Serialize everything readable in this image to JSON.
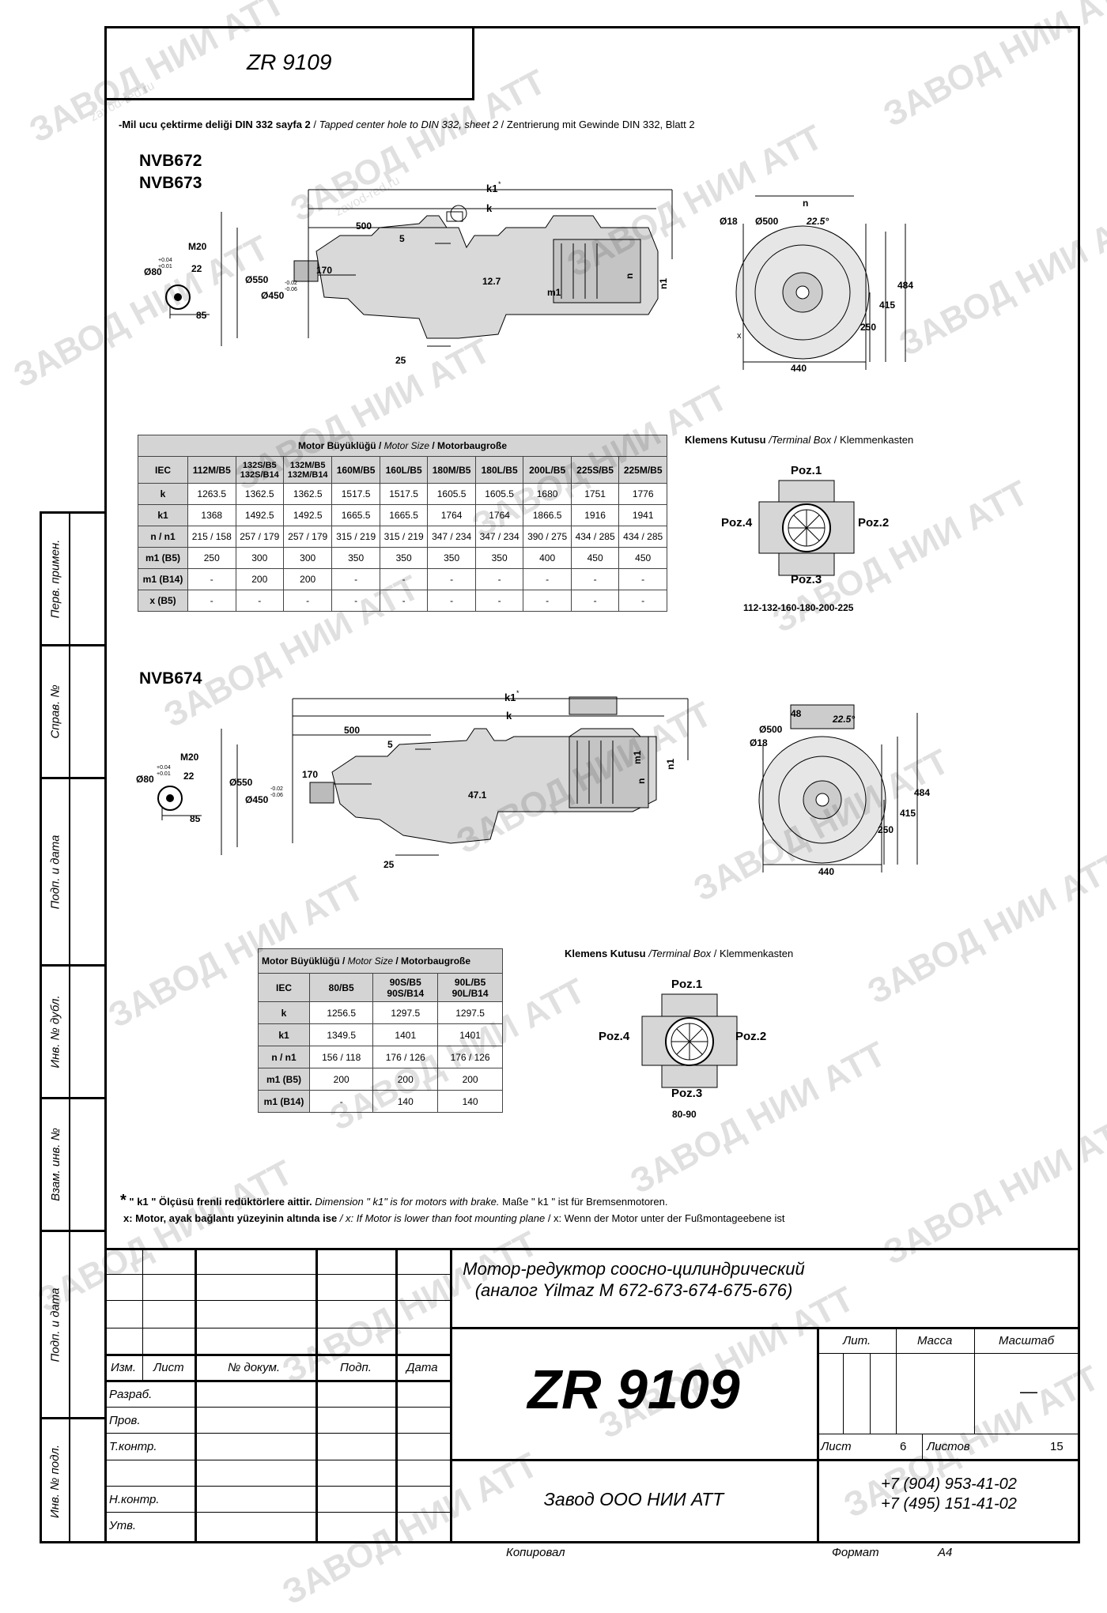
{
  "doc_code": "ZR 9109",
  "note_header": {
    "tr": "-Mil ucu çektirme deliği DIN 332 sayfa 2",
    "sep1": " / ",
    "en": "Tapped center hole to DIN 332, sheet 2",
    "sep2": " / ",
    "de": "Zentrierung mit Gewinde DIN 332, Blatt 2"
  },
  "section1": {
    "model_a": "NVB672",
    "model_b": "NVB673",
    "dims": {
      "k1": "k1",
      "k1_star": "*",
      "k": "k",
      "d500": "500",
      "d5": "5",
      "d170": "170",
      "d12_7": "12.7",
      "d25": "25",
      "m1": "m1",
      "n": "n",
      "n1": "n1",
      "phi550": "Ø550",
      "phi450": "Ø450",
      "tol_a": "-0.02",
      "tol_b": "-0.06",
      "shaft_m20": "M20",
      "shaft_22": "22",
      "shaft_phi80": "Ø80",
      "shaft_tol_a": "+0.04",
      "shaft_tol_b": "+0.01",
      "shaft_85": "85",
      "front_phi18": "Ø18",
      "front_phi500": "Ø500",
      "front_angle": "22.5°",
      "front_n": "n",
      "front_484": "484",
      "front_415": "415",
      "front_250": "250",
      "front_440": "440",
      "front_x": "x"
    },
    "table": {
      "title_tr": "Motor Büyüklüğü",
      "title_sep": " / ",
      "title_en": "Motor Size",
      "title_sep2": " / ",
      "title_de": "Motorbaugroße",
      "row_labels": [
        "IEC",
        "k",
        "k1",
        "n / n1",
        "m1 (B5)",
        "m1 (B14)",
        "x (B5)"
      ],
      "headers": [
        "112M/B5",
        "132S/B5\n132S/B14",
        "132M/B5\n132M/B14",
        "160M/B5",
        "160L/B5",
        "180M/B5",
        "180L/B5",
        "200L/B5",
        "225S/B5",
        "225M/B5"
      ],
      "rows": [
        [
          "1263.5",
          "1362.5",
          "1362.5",
          "1517.5",
          "1517.5",
          "1605.5",
          "1605.5",
          "1680",
          "1751",
          "1776"
        ],
        [
          "1368",
          "1492.5",
          "1492.5",
          "1665.5",
          "1665.5",
          "1764",
          "1764",
          "1866.5",
          "1916",
          "1941"
        ],
        [
          "215 / 158",
          "257 / 179",
          "257 / 179",
          "315 / 219",
          "315 / 219",
          "347 / 234",
          "347 / 234",
          "390 / 275",
          "434 / 285",
          "434 / 285"
        ],
        [
          "250",
          "300",
          "300",
          "350",
          "350",
          "350",
          "350",
          "400",
          "450",
          "450"
        ],
        [
          "-",
          "200",
          "200",
          "-",
          "-",
          "-",
          "-",
          "-",
          "-",
          "-"
        ],
        [
          "-",
          "-",
          "-",
          "-",
          "-",
          "-",
          "-",
          "-",
          "-",
          "-"
        ]
      ]
    },
    "terminal": {
      "title_tr": "Klemens Kutusu",
      "title_en": " /Terminal Box",
      "title_de": " / Klemmenkasten",
      "poz1": "Poz.1",
      "poz2": "Poz.2",
      "poz3": "Poz.3",
      "poz4": "Poz.4",
      "sizes": "112-132-160-180-200-225"
    }
  },
  "section2": {
    "model": "NVB674",
    "dims": {
      "k1": "k1",
      "k1_star": "*",
      "k": "k",
      "d500": "500",
      "d5": "5",
      "d170": "170",
      "d47_1": "47.1",
      "d25": "25",
      "m1": "m1",
      "n": "n",
      "n1": "n1",
      "phi550": "Ø550",
      "phi450": "Ø450",
      "tol_a": "-0.02",
      "tol_b": "-0.06",
      "shaft_m20": "M20",
      "shaft_22": "22",
      "shaft_phi80": "Ø80",
      "shaft_tol_a": "+0.04",
      "shaft_tol_b": "+0.01",
      "shaft_85": "85",
      "front_48": "48",
      "front_phi500": "Ø500",
      "front_phi18": "Ø18",
      "front_angle": "22.5°",
      "front_484": "484",
      "front_415": "415",
      "front_250": "250",
      "front_440": "440"
    },
    "table": {
      "title_tr": "Motor Büyüklüğü",
      "title_sep": " / ",
      "title_en": "Motor Size",
      "title_sep2": " / ",
      "title_de": "Motorbaugroße",
      "row_labels": [
        "IEC",
        "k",
        "k1",
        "n / n1",
        "m1 (B5)",
        "m1 (B14)"
      ],
      "headers": [
        "80/B5",
        "90S/B5\n90S/B14",
        "90L/B5\n90L/B14"
      ],
      "rows": [
        [
          "1256.5",
          "1297.5",
          "1297.5"
        ],
        [
          "1349.5",
          "1401",
          "1401"
        ],
        [
          "156 / 118",
          "176 / 126",
          "176 / 126"
        ],
        [
          "200",
          "200",
          "200"
        ],
        [
          "-",
          "140",
          "140"
        ]
      ]
    },
    "terminal": {
      "title_tr": "Klemens Kutusu",
      "title_en": " /Terminal Box",
      "title_de": " / Klemmenkasten",
      "poz1": "Poz.1",
      "poz2": "Poz.2",
      "poz3": "Poz.3",
      "poz4": "Poz.4",
      "sizes": "80-90"
    }
  },
  "footnotes": {
    "star": "*",
    "line1_tr": "\" k1 \" Ölçüsü frenli redüktörlere aittir.",
    "line1_en": "Dimension \" k1\" is for motors with brake.",
    "line1_de": "Maße \" k1 \" ist für Bremsenmotoren.",
    "line2_tr": "x: Motor, ayak bağlantı yüzeyinin altında ise",
    "line2_en": " / x: If Motor is lower than foot mounting plane",
    "line2_de": " / x: Wenn der Motor unter der Fußmontageebene ist"
  },
  "side_labels": [
    "Перв. примен.",
    "Справ. №",
    "Подп. и дата",
    "Инв. № дубл.",
    "Взам. инв. №",
    "Подп. и дата",
    "Инв. № подл."
  ],
  "stamp": {
    "title_line1": "Мотор-редуктор соосно-цилиндрический",
    "title_line2": "(аналог Yilmaz M 672-673-674-675-676)",
    "col_headers": [
      "Изм.",
      "Лист",
      "№ докум.",
      "Подп.",
      "Дата"
    ],
    "roles": [
      "Разраб.",
      "Пров.",
      "Т.контр.",
      "",
      "Н.контр.",
      "Утв."
    ],
    "lit": "Лит.",
    "mass": "Масса",
    "scale": "Масштаб",
    "scale_value": "—",
    "sheet_label": "Лист",
    "sheet_value": "6",
    "sheets_label": "Листов",
    "sheets_value": "15",
    "company": "Завод ООО НИИ АТТ",
    "phone1": "+7 (904) 953-41-02",
    "phone2": "+7 (495) 151-41-02",
    "copied": "Копировал",
    "format_label": "Формат",
    "format_value": "A4"
  },
  "watermark": {
    "main": "ЗАВОД НИИ АТТ",
    "site": "zavod-red.ru"
  }
}
